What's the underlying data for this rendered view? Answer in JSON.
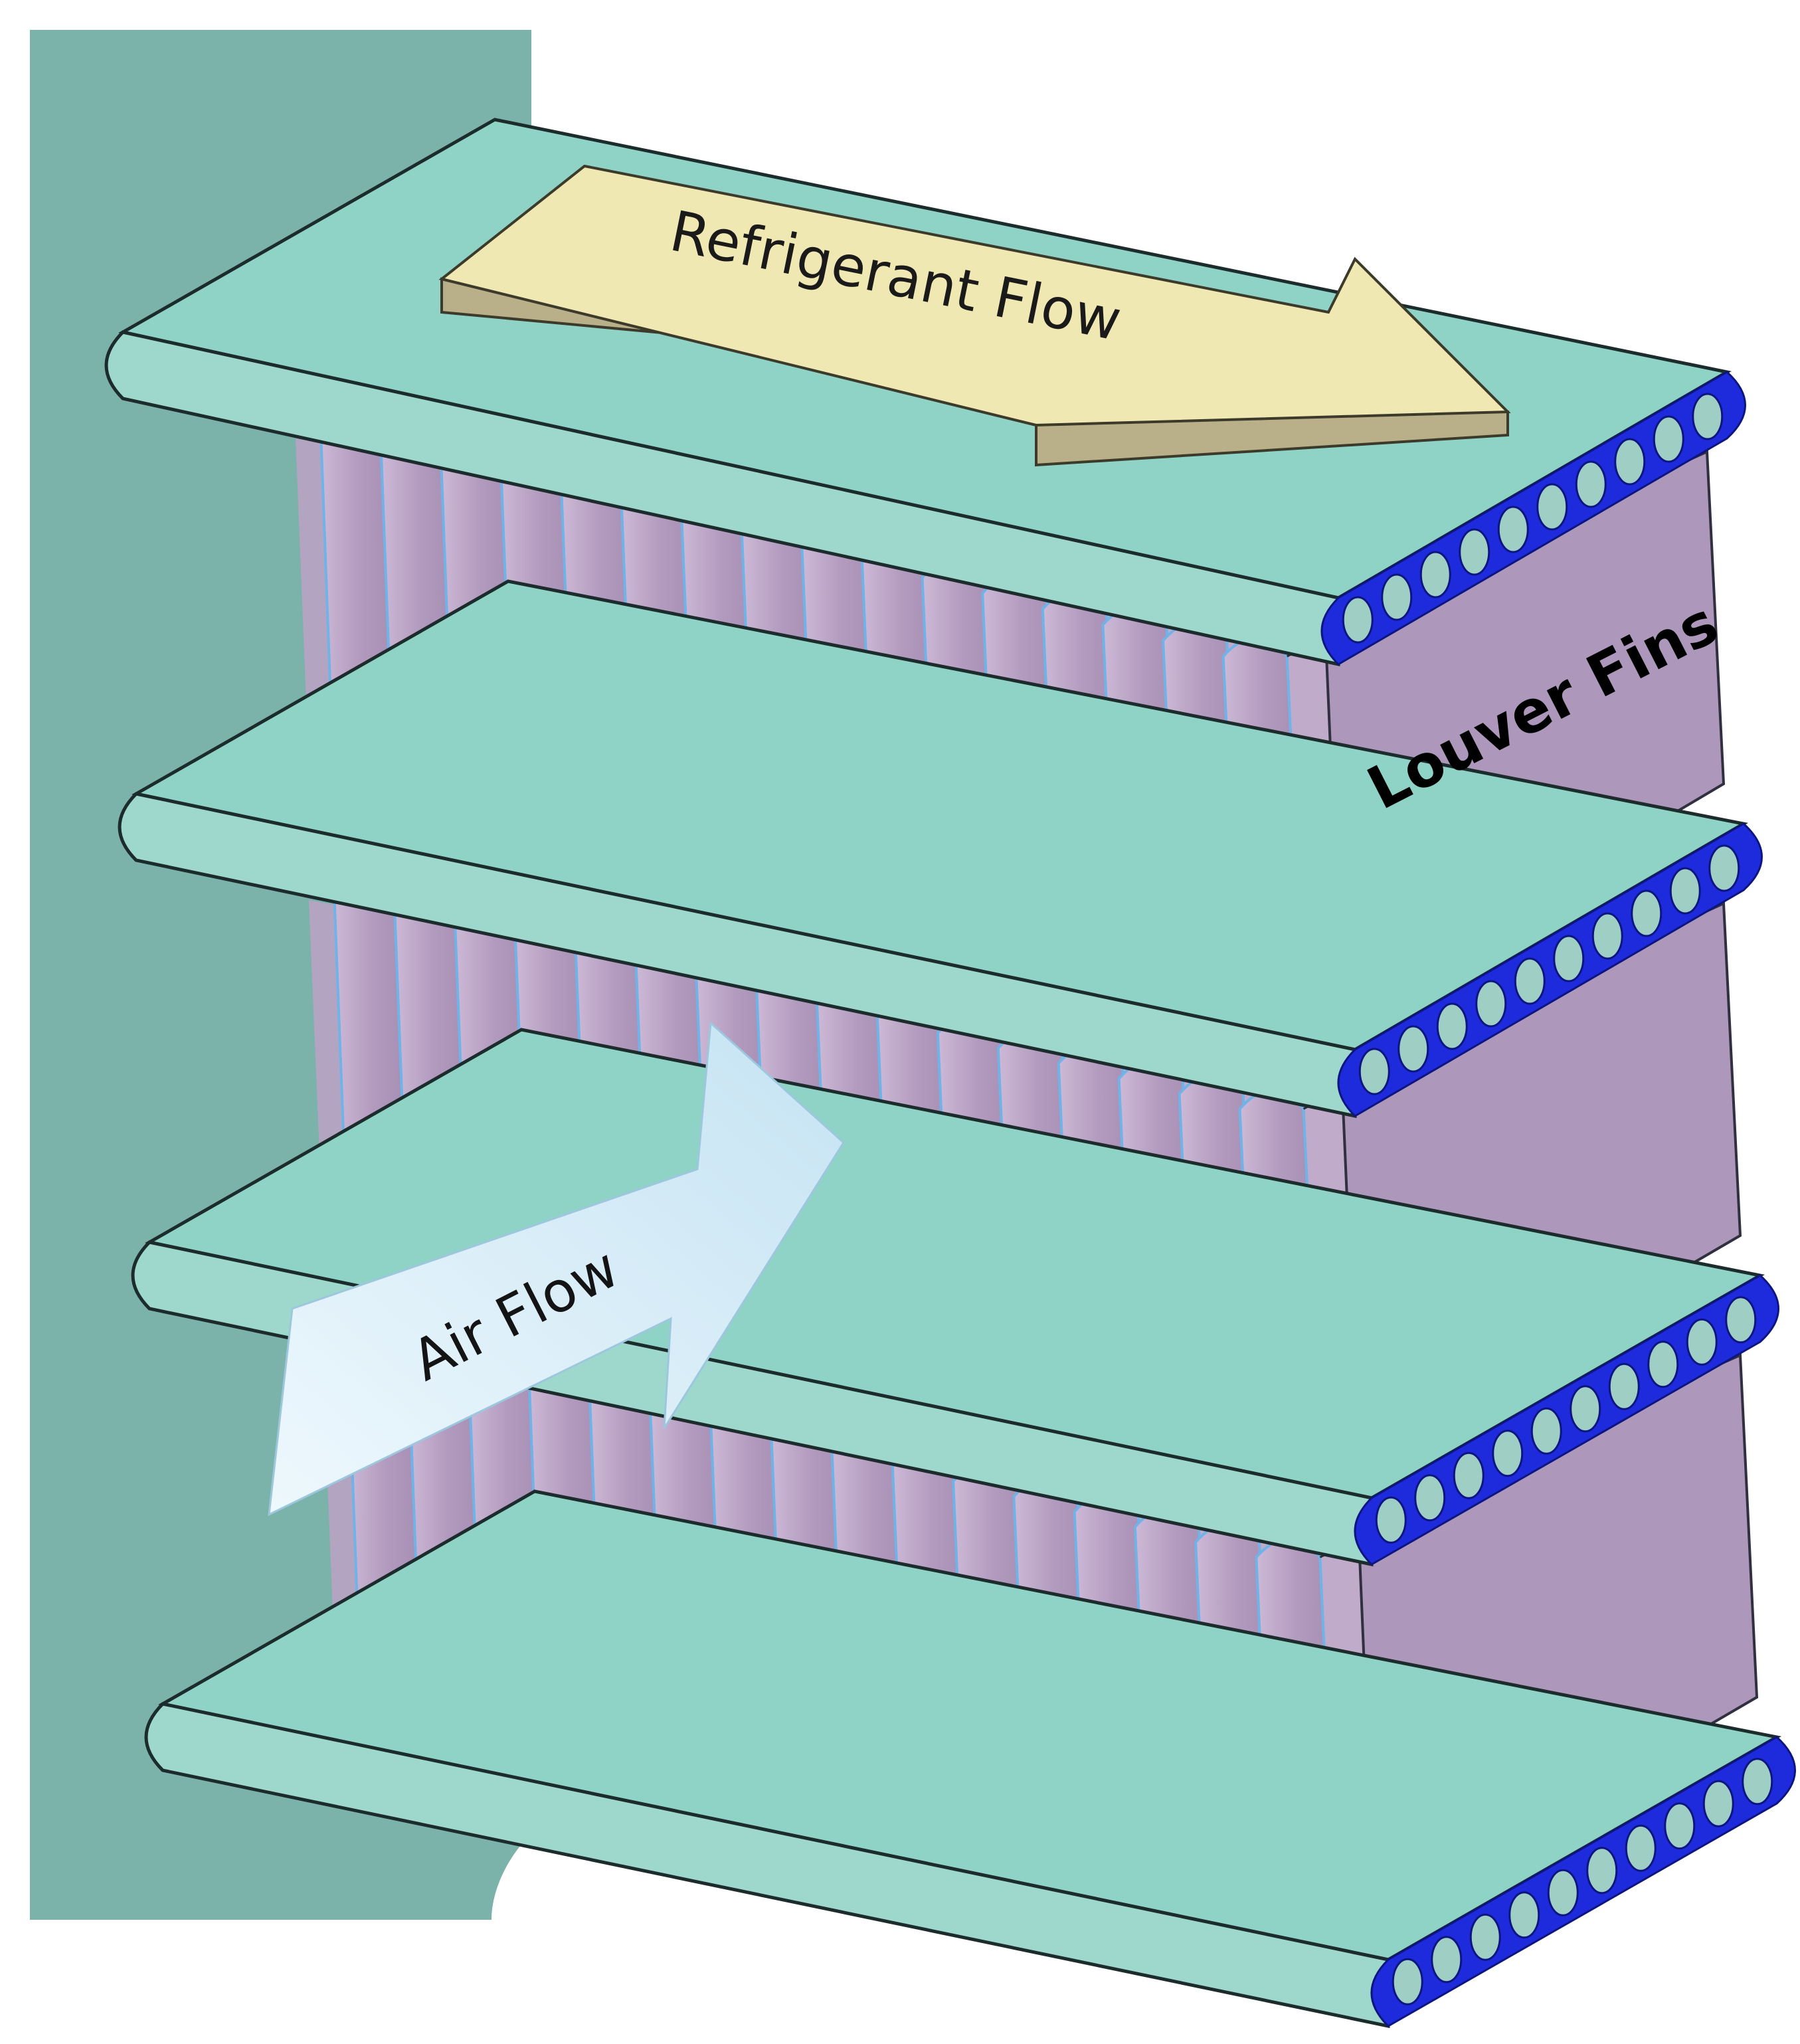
{
  "labels": {
    "refrigerant_flow": "Refrigerant Flow",
    "air_flow": "Air Flow",
    "louver_fins": "Louver Fins"
  },
  "colors": {
    "header": "#7bb3ab",
    "tube_top": "#8fd2c6",
    "tube_edge": "#1c2b2b",
    "channel_ring": "#1e2bdd",
    "channel_fill": "#9fcfc4",
    "fin_face": "#b9a3c4",
    "fin_edge": "#6fb3e8",
    "refrigerant_arrow": "#efe8b2",
    "refrigerant_arrow_side": "#b9b08a",
    "air_arrow": "#d4ecf7"
  },
  "structure": {
    "tube_count": 4,
    "fin_rows": 3,
    "fin_folds_per_row": 16,
    "channels_per_tube": 10
  }
}
